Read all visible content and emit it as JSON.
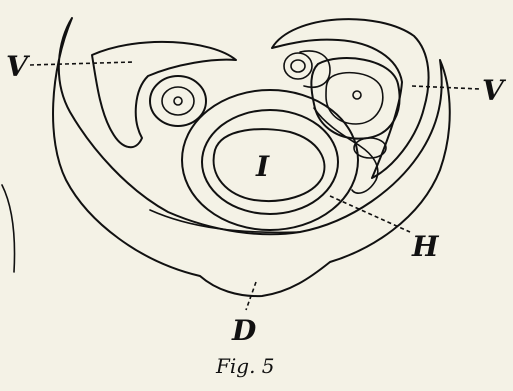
{
  "figure": {
    "caption": "Fig. 5",
    "labels": {
      "v_left": "V",
      "v_right": "V",
      "i": "I",
      "h": "H",
      "d": "D"
    }
  }
}
